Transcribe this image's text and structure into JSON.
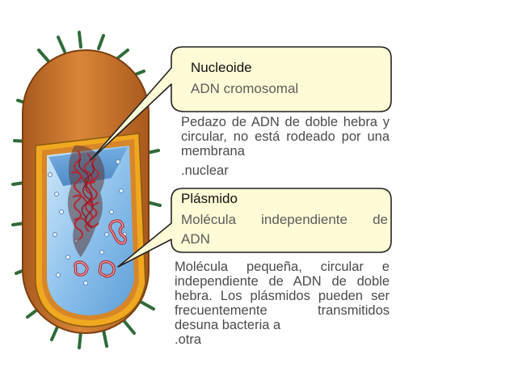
{
  "nucleoid": {
    "title": "Nucleoide",
    "subtitle": "ADN cromosomal",
    "description": "Pedazo de ADN de doble hebra y circular, no está rodeado por una membrana",
    "description_tail": ".nuclear"
  },
  "plasmid": {
    "title": "Plásmido",
    "subtitle_line1": "Molécula independiente de",
    "subtitle_line2": "ADN",
    "description": "Molécula pequeña, circular e independiente de ADN de doble hebra. Los plásmidos pueden ser frecuentemente transmitidos desuna bacteria a",
    "description_tail": ".otra"
  },
  "colors": {
    "cell_wall": "#c8742e",
    "membrane": "#f0a820",
    "cytoplasm": "#7fb8e6",
    "dna": "#b3262f",
    "pili": "#2f6b3a",
    "callout_fill": "#fffbd6"
  }
}
